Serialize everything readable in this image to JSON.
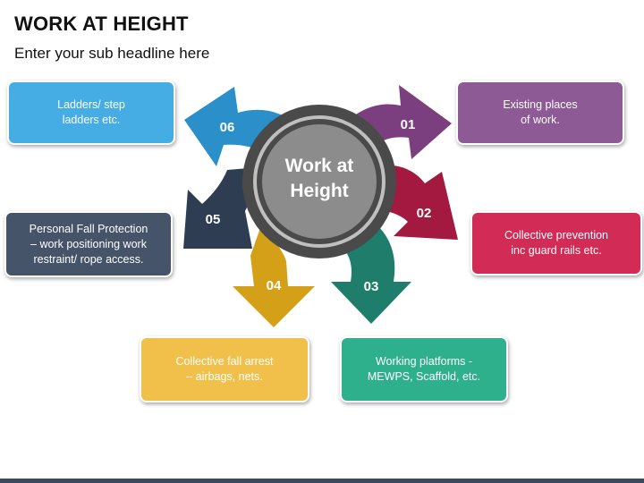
{
  "header": {
    "title": "WORK AT HEIGHT",
    "subtitle": "Enter your sub headline here"
  },
  "center": {
    "label": "Work at\nHeight"
  },
  "colors": {
    "s01": "#7b3f7f",
    "s02": "#a3193f",
    "s03": "#1e7d6b",
    "s04": "#d4a017",
    "s05": "#2e3d52",
    "s06": "#2b8fc9",
    "box01": "#8e5a96",
    "box02": "#d12b56",
    "box03": "#2eb08d",
    "box04": "#f0c04a",
    "box05": "#455468",
    "box06": "#45ade3",
    "ring": "#4a4a4a",
    "hub": "#8c8c8c"
  },
  "items": [
    {
      "num": "01",
      "text": "Existing places\nof work."
    },
    {
      "num": "02",
      "text": "Collective prevention\ninc guard rails etc."
    },
    {
      "num": "03",
      "text": "Working platforms -\nMEWPS, Scaffold, etc."
    },
    {
      "num": "04",
      "text": "Collective fall arrest\n– airbags, nets."
    },
    {
      "num": "05",
      "text": "Personal Fall Protection\n– work positioning work\nrestraint/ rope access."
    },
    {
      "num": "06",
      "text": "Ladders/ step\nladders etc."
    }
  ]
}
